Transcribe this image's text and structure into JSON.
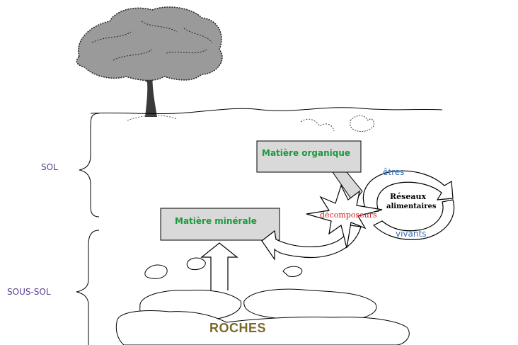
{
  "labels": {
    "sol": "SOL",
    "sous_sol": "SOUS-SOL",
    "matiere_organique": "Matière organique",
    "matiere_minerale": "Matière minérale",
    "etres": "êtres",
    "vivants": "vivants",
    "reseaux_line1": "Réseaux",
    "reseaux_line2": "alimentaires",
    "decomposeurs": "décomposeurs",
    "roches": "ROCHES"
  },
  "colors": {
    "layer_label": "#5b3c8c",
    "matiere_text": "#1a9a3c",
    "etres_vivants": "#3a6fb0",
    "decomposeurs": "#d02020",
    "roches": "#7a6a2a",
    "box_fill": "#d9d9d9",
    "line": "#000000"
  }
}
